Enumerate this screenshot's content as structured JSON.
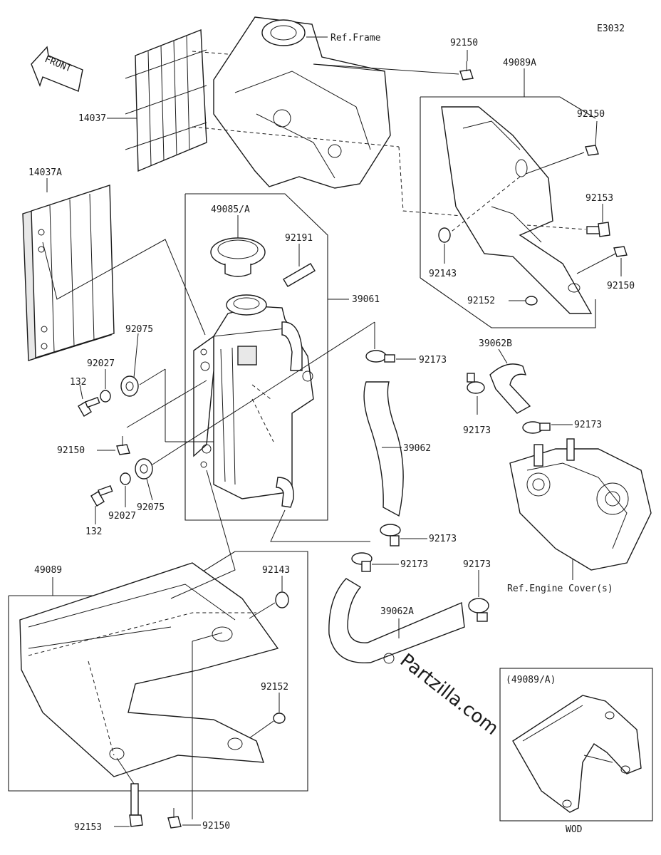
{
  "diagram_code": "E3032",
  "front_label": "FRONT",
  "watermark": "Partzilla.com",
  "variant_box_label": "(49089/A)",
  "variant_box_caption": "WOD",
  "ref_labels": {
    "frame": "Ref.Frame",
    "engine_cover": "Ref.Engine Cover(s)"
  },
  "part_labels": {
    "p92150_top": "92150",
    "p49089A": "49089A",
    "p92150_a": "92150",
    "p92153_a": "92153",
    "p92143_a": "92143",
    "p92150_b": "92150",
    "p92152_a": "92152",
    "p14037": "14037",
    "p14037A": "14037A",
    "p49085A": "49085/A",
    "p92191": "92191",
    "p39061": "39061",
    "p92075_a": "92075",
    "p92027_a": "92027",
    "p132_a": "132",
    "p92150_c": "92150",
    "p92075_b": "92075",
    "p92027_b": "92027",
    "p132_b": "132",
    "p92173_a": "92173",
    "p39062B": "39062B",
    "p92173_b": "92173",
    "p92173_c": "92173",
    "p39062": "39062",
    "p92173_d": "92173",
    "p92173_e": "92173",
    "p92173_f": "92173",
    "p39062A": "39062A",
    "p49089": "49089",
    "p92143_b": "92143",
    "p92152_b": "92152",
    "p92153_b": "92153",
    "p92150_d": "92150"
  }
}
